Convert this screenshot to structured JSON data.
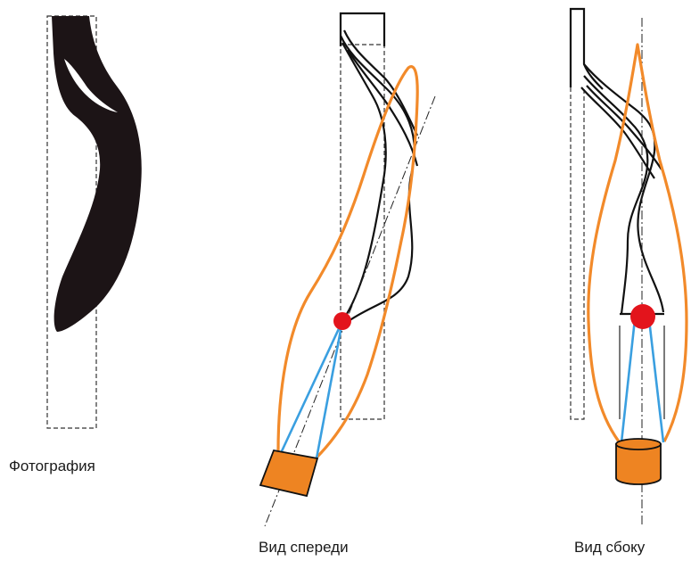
{
  "captions": {
    "photo": "Фотография",
    "front_view": "Вид спереди",
    "side_view": "Вид сбоку"
  },
  "colors": {
    "outline": "#111111",
    "photo_silhouette": "#1c1416",
    "envelope": "#f28a2a",
    "strings": "#3a9fe0",
    "pivot": "#e3141c",
    "cup": "#ee8422",
    "dashed": "#333333"
  }
}
